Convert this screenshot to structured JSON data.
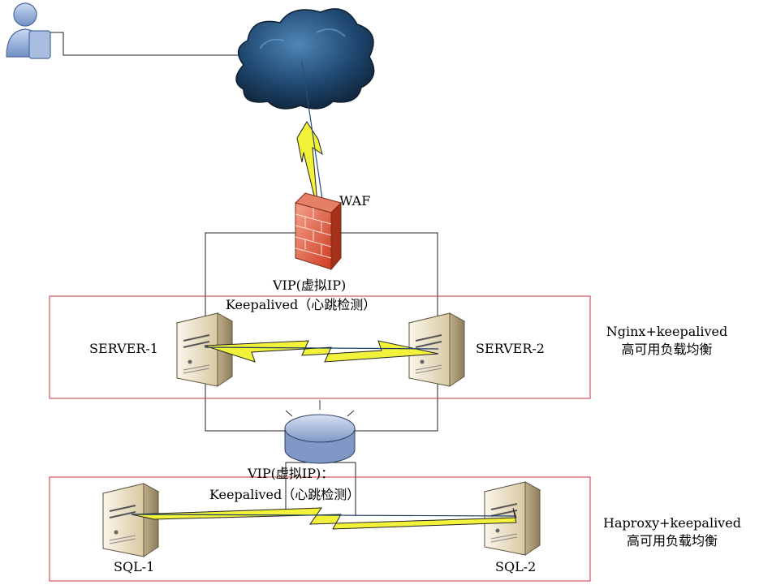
{
  "waf_label": "WAF",
  "vip1": {
    "line1": "VIP(虚拟IP)",
    "line2": "Keepalived（心跳检测）"
  },
  "server1_label": "SERVER-1",
  "server2_label": "SERVER-2",
  "group1_caption": {
    "line1": "Nginx+keepalived",
    "line2": "高可用负载均衡"
  },
  "vip2": {
    "line1": "VIP(虚拟IP)：",
    "line2": "Keepalived（心跳检测）"
  },
  "sql1_label": "SQL-1",
  "sql2_label": "SQL-2",
  "group2_caption": {
    "line1": "Haproxy+keepalived",
    "line2": "高可用负载均衡"
  },
  "colors": {
    "box_border": "#c8343c",
    "bolt_fill": "#f2f23a",
    "cloud": "#1e3f63",
    "firewall": "#e0513a",
    "server_body": "#e8dcc0",
    "router": "#9fb4d8"
  },
  "icons": [
    "user-icon",
    "cloud-icon",
    "firewall-icon",
    "server-icon",
    "router-icon",
    "lightning-icon"
  ]
}
